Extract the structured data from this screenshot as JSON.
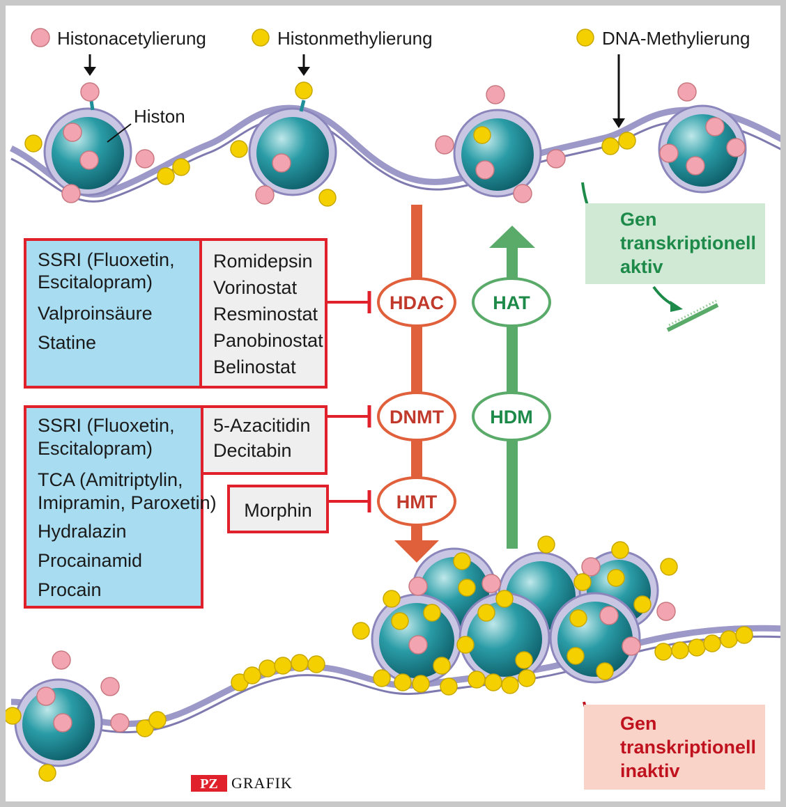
{
  "legend": {
    "acetylation": "Histonacetylierung",
    "histone_methylation": "Histonmethylierung",
    "dna_methylation": "DNA-Methylierung",
    "histone_label": "Histon"
  },
  "enzymes": {
    "hdac": "HDAC",
    "dnmt": "DNMT",
    "hmt": "HMT",
    "hat": "HAT",
    "hdm": "HDM"
  },
  "box1": {
    "left_lines": [
      "SSRI (Fluoxetin,",
      "Escitalopram)",
      "Valproinsäure",
      "Statine"
    ],
    "right_lines": [
      "Romidepsin",
      "Vorinostat",
      "Resminostat",
      "Panobinostat",
      "Belinostat"
    ]
  },
  "box2": {
    "left_lines": [
      "SSRI (Fluoxetin,",
      "Escitalopram)",
      "TCA (Amitriptylin,",
      "Imipramin, Paroxetin)",
      "Hydralazin",
      "Procainamid",
      "Procain"
    ],
    "right_lines": [
      "5-Azacitidin",
      "Decitabin"
    ]
  },
  "box3": {
    "label": "Morphin"
  },
  "gene_active": {
    "lines": [
      "Gen",
      "transkriptionell",
      "aktiv"
    ]
  },
  "gene_inactive": {
    "lines": [
      "Gen",
      "transkriptionell",
      "inaktiv"
    ]
  },
  "credit": {
    "logo": "PZ",
    "text": "GRAFIK"
  },
  "colors": {
    "acetyl": "#f2a5b0",
    "methyl": "#f5d000",
    "histone": "#1f8f9a",
    "dna": "#9c98c8",
    "red": "#e0202a",
    "orange_arrow": "#e0603c",
    "green_arrow": "#5aaa6a",
    "blue_box": "#a8dcf0",
    "gray_box": "#efefef",
    "active_box": "#cfe9d4",
    "inactive_box": "#f9d3c8"
  }
}
